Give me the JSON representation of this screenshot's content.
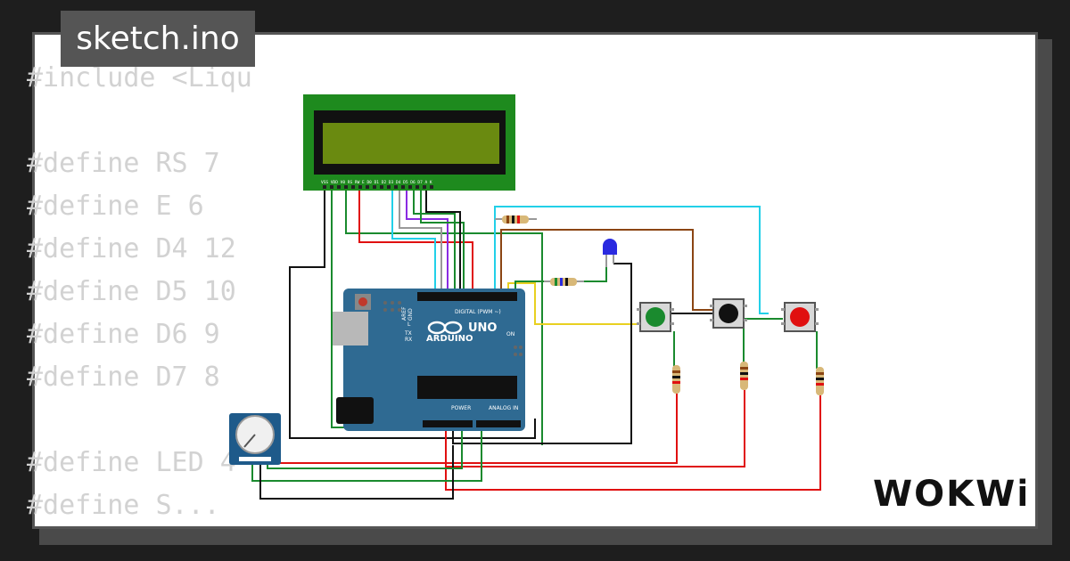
{
  "tab": {
    "title": "sketch.ino"
  },
  "code_lines": [
    "#include <Liqu",
    "",
    "#define RS 7",
    "#define E 6",
    "#define D4 12",
    "#define D5 10",
    "#define D6 9",
    "#define D7 8",
    "",
    "#define LED 4",
    "#define S..."
  ],
  "board": {
    "name": "UNO",
    "brand": "ARDUINO",
    "digital_label": "DIGITAL (PWM ~)",
    "power_label": "POWER",
    "analog_label": "ANALOG IN",
    "aref": "AREF",
    "gnd": "GND",
    "l_label": "L",
    "tx_label": "TX",
    "rx_label": "RX",
    "on_label": "ON"
  },
  "lcd": {
    "pins_label": "VSS VDD V0 RS RW E D0 D1 D2 D3 D4 D5 D6 D7 A K"
  },
  "buttons": [
    {
      "color": "#1a8a2e"
    },
    {
      "color": "#111111"
    },
    {
      "color": "#e01010"
    }
  ],
  "led": {
    "color": "#2a2ae0"
  },
  "colors": {
    "wire_black": "#111111",
    "wire_red": "#e01010",
    "wire_green": "#1a8a2e",
    "wire_cyan": "#22d0e8",
    "wire_brown": "#8b4513",
    "wire_yellow": "#e8d020",
    "wire_purple": "#8a2be2",
    "wire_gray": "#999999",
    "board_blue": "#2f6a92",
    "lcd_green": "#1e8a1e",
    "lcd_screen": "#6a8a10"
  },
  "logo": {
    "text": "WOKWi"
  }
}
